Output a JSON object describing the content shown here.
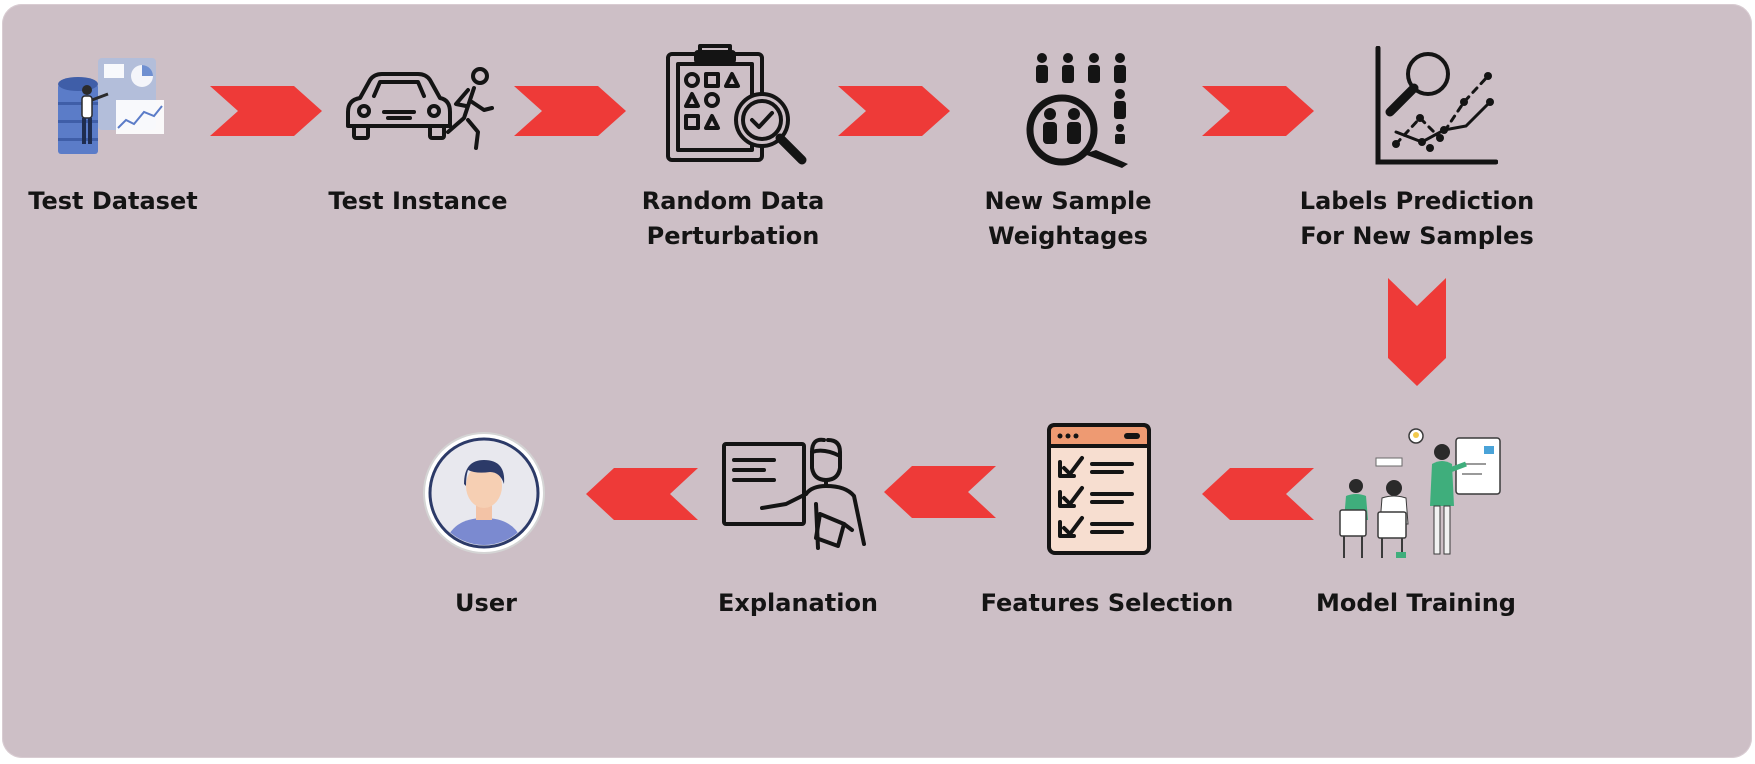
{
  "diagram": {
    "colors": {
      "background": "#cdbfc6",
      "arrow": "#ee3a38",
      "icon_stroke": "#141414",
      "text": "#141414"
    },
    "steps": [
      {
        "id": "test-dataset",
        "lines": [
          "Test Dataset"
        ],
        "icon": "database-analyst-icon"
      },
      {
        "id": "test-instance",
        "lines": [
          "Test Instance"
        ],
        "icon": "car-pedestrian-icon"
      },
      {
        "id": "random-perturbation",
        "lines": [
          "Random Data",
          "Perturbation"
        ],
        "icon": "clipboard-magnifier-icon"
      },
      {
        "id": "sample-weightages",
        "lines": [
          "New Sample",
          "Weightages"
        ],
        "icon": "people-magnifier-icon"
      },
      {
        "id": "labels-prediction",
        "lines": [
          "Labels Prediction",
          "For New Samples"
        ],
        "icon": "scatter-search-icon"
      },
      {
        "id": "model-training",
        "lines": [
          "Model Training"
        ],
        "icon": "classroom-training-icon"
      },
      {
        "id": "features-selection",
        "lines": [
          "Features Selection"
        ],
        "icon": "checklist-window-icon"
      },
      {
        "id": "explanation",
        "lines": [
          "Explanation"
        ],
        "icon": "presenter-board-icon"
      },
      {
        "id": "user",
        "lines": [
          "User"
        ],
        "icon": "user-avatar-icon"
      }
    ],
    "arrows": [
      {
        "from": "test-dataset",
        "to": "test-instance",
        "direction": "right"
      },
      {
        "from": "test-instance",
        "to": "random-perturbation",
        "direction": "right"
      },
      {
        "from": "random-perturbation",
        "to": "sample-weightages",
        "direction": "right"
      },
      {
        "from": "sample-weightages",
        "to": "labels-prediction",
        "direction": "right"
      },
      {
        "from": "labels-prediction",
        "to": "model-training",
        "direction": "down"
      },
      {
        "from": "model-training",
        "to": "features-selection",
        "direction": "left"
      },
      {
        "from": "features-selection",
        "to": "explanation",
        "direction": "left"
      },
      {
        "from": "explanation",
        "to": "user",
        "direction": "left"
      }
    ]
  }
}
